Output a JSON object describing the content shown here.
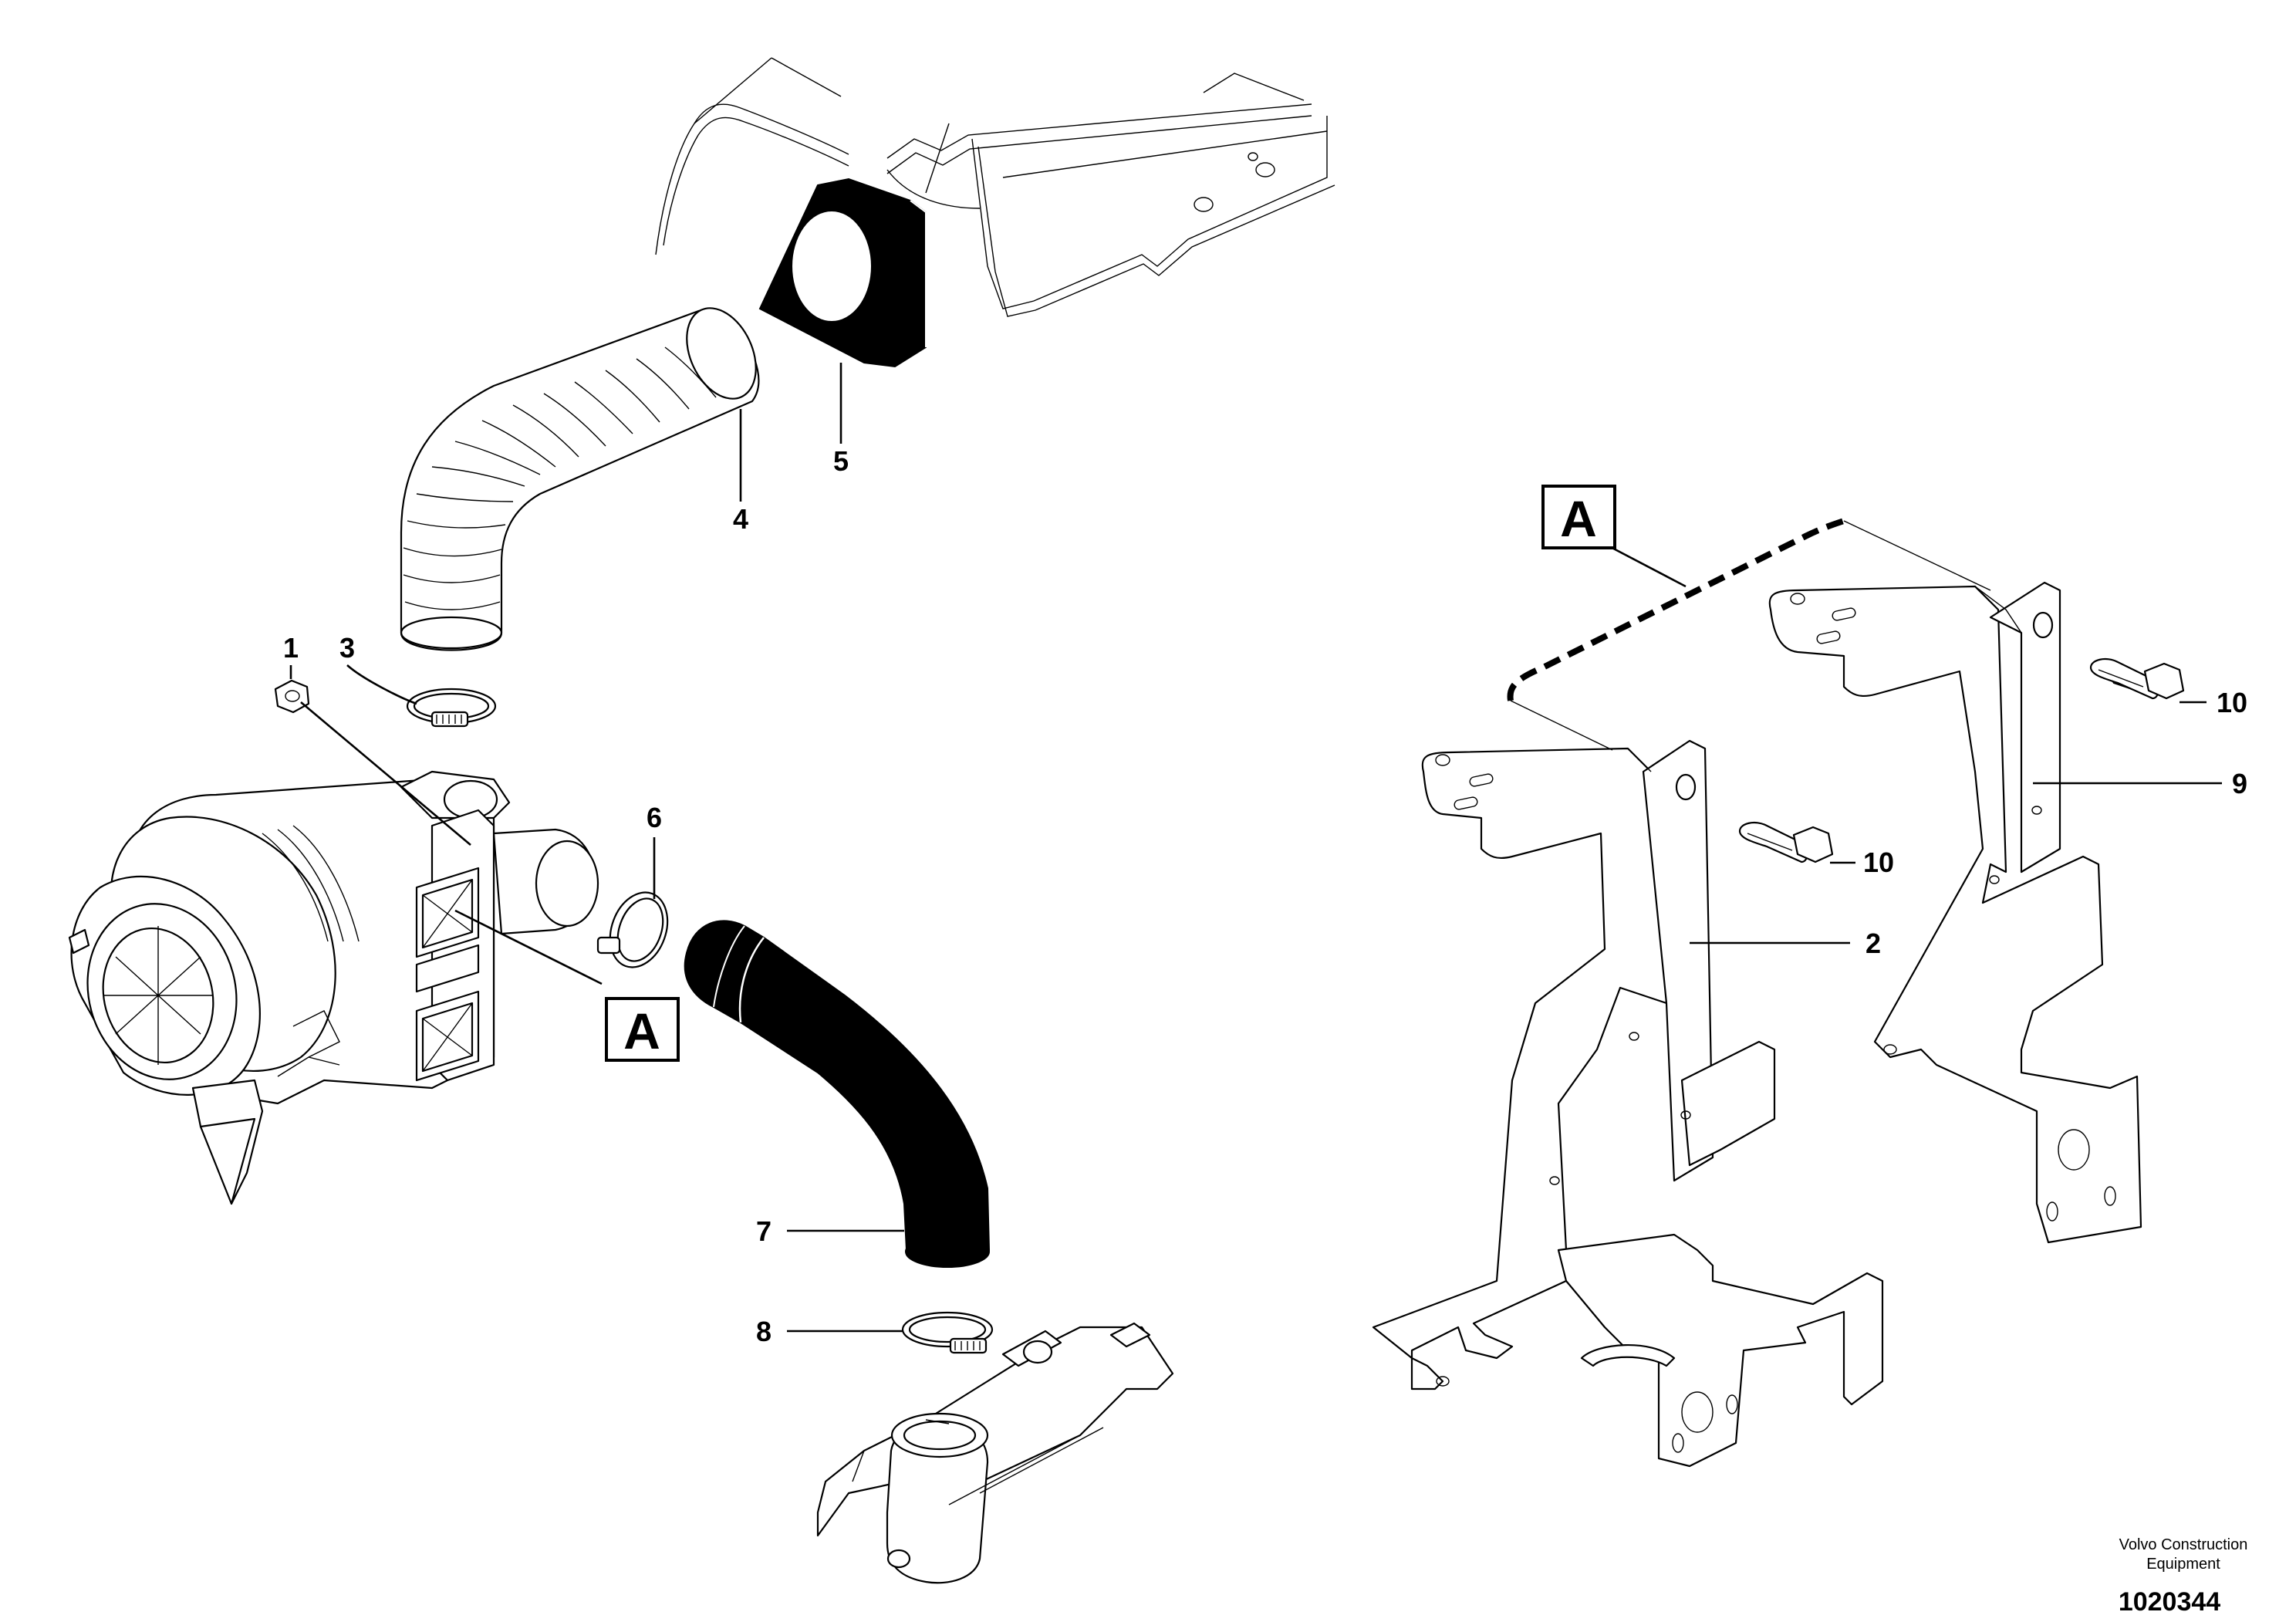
{
  "callouts": {
    "c1": "1",
    "c2": "2",
    "c3": "3",
    "c4": "4",
    "c5": "5",
    "c6": "6",
    "c7": "7",
    "c8": "8",
    "c9": "9",
    "c10a": "10",
    "c10b": "10"
  },
  "detail_labels": {
    "left": "A",
    "right": "A"
  },
  "credit": {
    "line1": "Volvo Construction",
    "line2": "Equipment"
  },
  "document_number": "1020344"
}
